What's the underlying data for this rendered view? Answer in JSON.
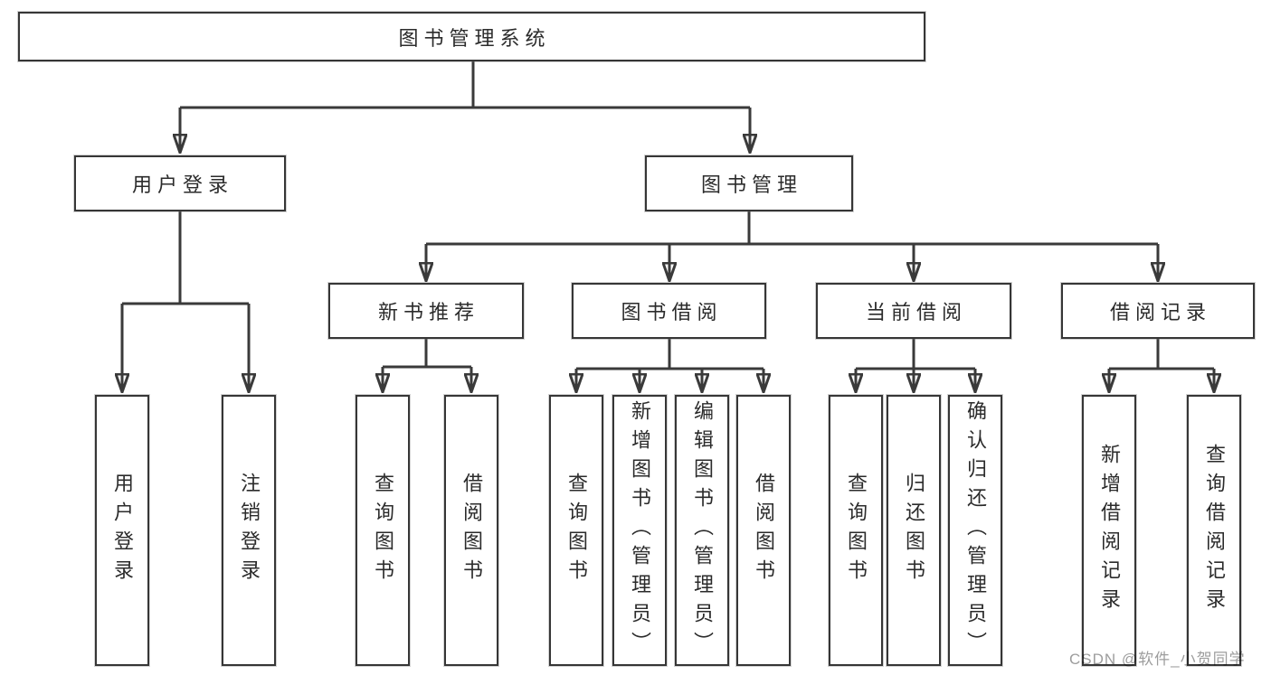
{
  "diagram": {
    "root": {
      "label": "图书管理系统"
    },
    "login": {
      "label": "用户登录",
      "children": [
        "用户登录",
        "注销登录"
      ]
    },
    "management": {
      "label": "图书管理",
      "sections": [
        {
          "label": "新书推荐",
          "children": [
            "查询图书",
            "借阅图书"
          ]
        },
        {
          "label": "图书借阅",
          "children": [
            "查询图书",
            "新增图书（管理员）",
            "编辑图书（管理员）",
            "借阅图书"
          ]
        },
        {
          "label": "当前借阅",
          "children": [
            "查询图书",
            "归还图书",
            "确认归还（管理员）"
          ]
        },
        {
          "label": "借阅记录",
          "children": [
            "新增借阅记录",
            "查询借阅记录"
          ]
        }
      ]
    }
  },
  "watermark": {
    "text": "CSDN @软件_小贺同学"
  },
  "colors": {
    "line": "#3a3a3a",
    "box_border": "#363636",
    "text": "#2b2b2b",
    "watermark": "#8c8c8c",
    "background": "#ffffff"
  }
}
